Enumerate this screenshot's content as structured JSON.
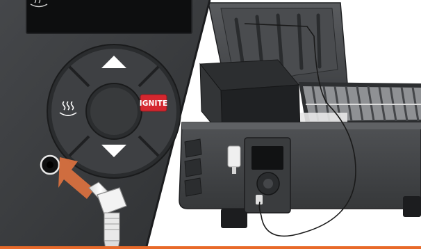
{
  "controller": {
    "ignite_label": "IGNITE",
    "buttons": {
      "up": "up-arrow-icon",
      "down": "down-arrow-icon",
      "smoke": "smoke-mode-icon",
      "center": "center-select-button"
    },
    "port": "meat-probe-port",
    "display_icon": "smoke-indicator-icon"
  },
  "colors": {
    "panel": "#3c3e40",
    "panel_dark": "#2a2c2e",
    "ignite_red": "#d5272f",
    "arrow_orange": "#d7703f",
    "accent_bar": "#e86a2a"
  }
}
